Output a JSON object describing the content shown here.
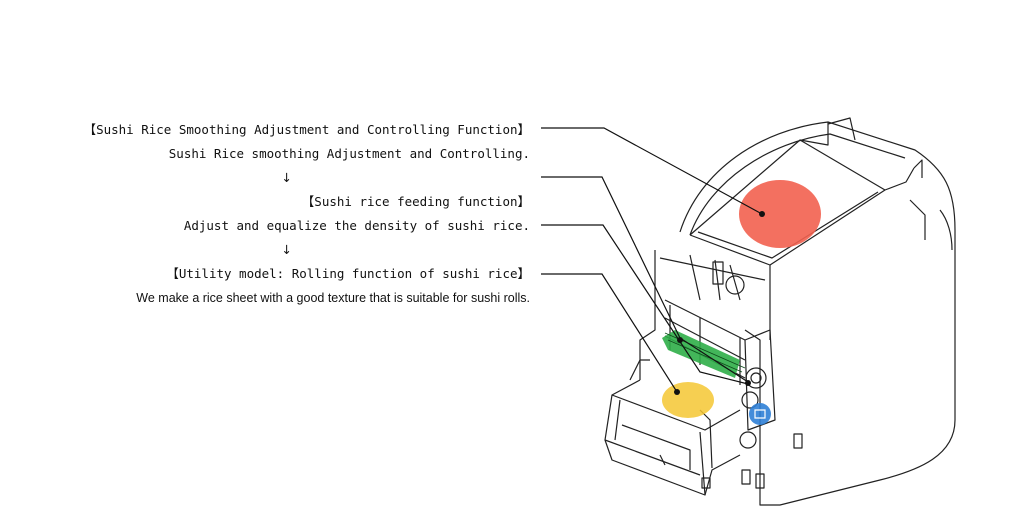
{
  "labels": {
    "smoothing_title": "【Sushi Rice Smoothing Adjustment and Controlling Function】",
    "smoothing_desc": "Sushi Rice smoothing Adjustment and Controlling.",
    "arrow1": "↓",
    "feeding_title": "【Sushi rice feeding function】",
    "feeding_desc": "Adjust and equalize the density of sushi rice.",
    "arrow2": "↓",
    "rolling_title": "【Utility model: Rolling function of sushi rice】",
    "rolling_desc": "We make a rice sheet with a good texture that is suitable for sushi rolls."
  },
  "colors": {
    "smoothing_highlight": "#f2604f",
    "feeding_highlight": "#2fae48",
    "rolling_highlight": "#f5c732",
    "knob_highlight": "#2f7fd6",
    "line": "#111111"
  }
}
